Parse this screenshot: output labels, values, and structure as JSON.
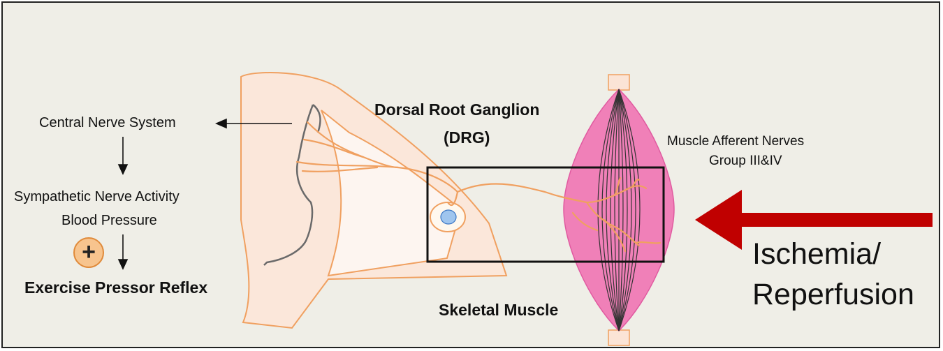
{
  "labels": {
    "central_nerve_system": "Central Nerve System",
    "sympathetic_nerve_activity": "Sympathetic  Nerve Activity",
    "blood_pressure": "Blood Pressure",
    "exercise_pressor_reflex": "Exercise Pressor Reflex",
    "drg_line1": "Dorsal Root Ganglion",
    "drg_line2": "(DRG)",
    "muscle_afferent_line1": "Muscle Afferent  Nerves",
    "muscle_afferent_line2": "Group III&IV",
    "skeletal_muscle": "Skeletal Muscle",
    "ischemia_line1": "Ischemia/",
    "ischemia_line2": "Reperfusion",
    "plus_symbol": "+"
  },
  "colors": {
    "background": "#efeee7",
    "nerve": "#f0a060",
    "muscle": "#f080b8",
    "arrow_red": "#c00000",
    "cell_body": "#9fc5ee"
  }
}
